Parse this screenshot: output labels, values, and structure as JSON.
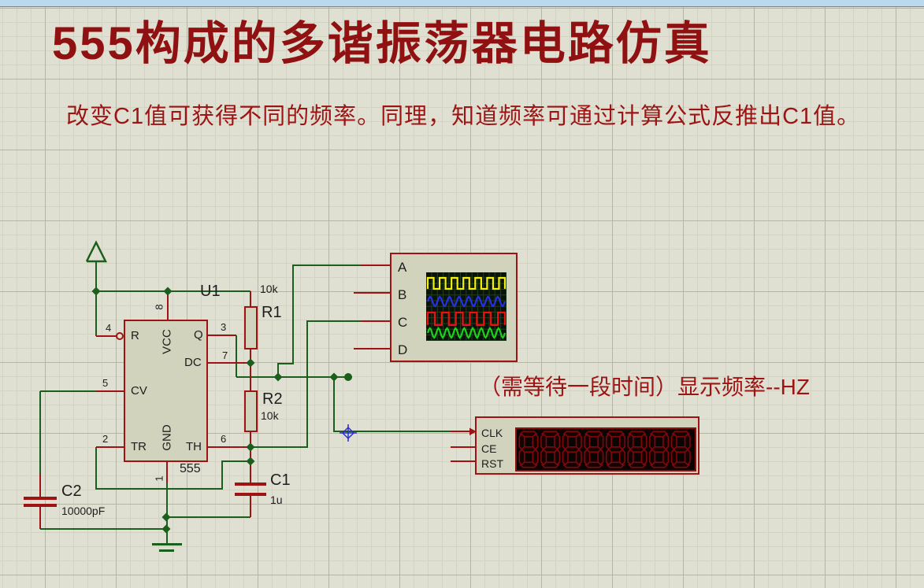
{
  "header": {
    "title": "555构成的多谐振荡器电路仿真",
    "subtitle": "改变C1值可获得不同的频率。同理，知道频率可通过计算公式反推出C1值。"
  },
  "annotation": {
    "text": "（需等待一段时间）显示频率--HZ"
  },
  "colors": {
    "canvas_bg": "#dfe0d2",
    "grid_minor": "#d2d3c3",
    "grid_major": "#b4b6a4",
    "topbar": "#b9d9ec",
    "wire_green": "#1c5e1c",
    "pin_red": "#9e1313",
    "component_fill": "#d2d3bd",
    "title_red": "#8f1111",
    "screen_bg": "#0a130a",
    "screen_grid": "#1e3f1e",
    "display_bg": "#0c0404",
    "segment_red": "#7e0909",
    "origin_blue": "#2d2dd0"
  },
  "components": {
    "u1": {
      "ref": "U1",
      "part": "555",
      "pins": {
        "r": {
          "num": "4",
          "label": "R"
        },
        "cv": {
          "num": "5",
          "label": "CV"
        },
        "tr": {
          "num": "2",
          "label": "TR"
        },
        "vcc": {
          "num": "8",
          "label": "VCC"
        },
        "gnd": {
          "num": "1",
          "label": "GND"
        },
        "q": {
          "num": "3",
          "label": "Q"
        },
        "dc": {
          "num": "7",
          "label": "DC"
        },
        "th": {
          "num": "6",
          "label": "TH"
        }
      }
    },
    "r1": {
      "ref": "R1",
      "value": "10k"
    },
    "r2": {
      "ref": "R2",
      "value": "10k"
    },
    "c1": {
      "ref": "C1",
      "value": "1u"
    },
    "c2": {
      "ref": "C2",
      "value": "10000pF"
    },
    "scope": {
      "channels": [
        "A",
        "B",
        "C",
        "D"
      ],
      "traces": [
        {
          "channel": "A",
          "color": "#f4f00c",
          "shape": "square",
          "periods": 6.5,
          "mid": 14,
          "amp": 7
        },
        {
          "channel": "B",
          "color": "#2631e6",
          "shape": "sine",
          "periods": 8,
          "mid": 37,
          "amp": 6
        },
        {
          "channel": "C",
          "color": "#ec1111",
          "shape": "square",
          "periods": 5.5,
          "mid": 59,
          "amp": 8
        },
        {
          "channel": "D",
          "color": "#19d219",
          "shape": "sine",
          "periods": 9,
          "mid": 77,
          "amp": 6
        }
      ]
    },
    "counter": {
      "pin_labels": [
        "CLK",
        "CE",
        "RST"
      ],
      "digit_count": 8,
      "display_value": ""
    }
  }
}
